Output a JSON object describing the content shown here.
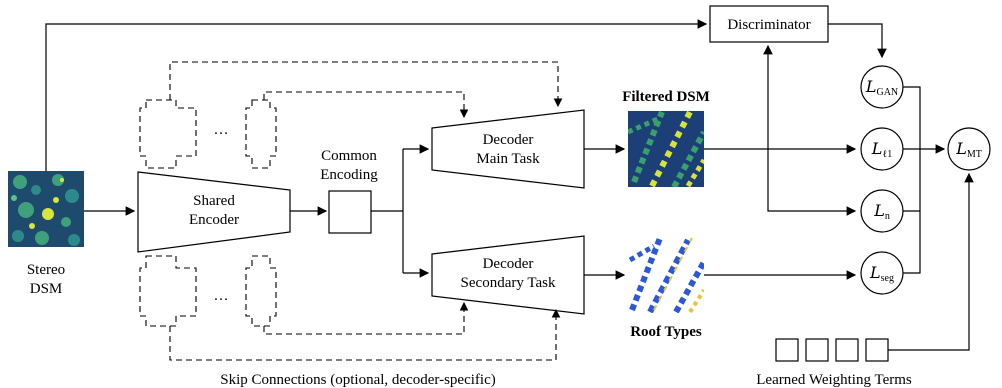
{
  "input": {
    "line1": "Stereo",
    "line2": "DSM"
  },
  "encoder": {
    "line1": "Shared",
    "line2": "Encoder"
  },
  "encoding": {
    "line1": "Common",
    "line2": "Encoding"
  },
  "decoder_main": {
    "line1": "Decoder",
    "line2": "Main Task"
  },
  "decoder_secondary": {
    "line1": "Decoder",
    "line2": "Secondary Task"
  },
  "outputs": {
    "filtered": "Filtered DSM",
    "roof": "Roof Types"
  },
  "discriminator": "Discriminator",
  "ellipsis": "…",
  "skip_label": "Skip Connections (optional, decoder-specific)",
  "weights_label": "Learned Weighting Terms",
  "losses": {
    "gan": {
      "symbol": "L",
      "sub": "GAN"
    },
    "l1": {
      "symbol": "L",
      "sub": "ℓ1"
    },
    "n": {
      "symbol": "L",
      "sub": "n"
    },
    "seg": {
      "symbol": "L",
      "sub": "seg"
    },
    "mt": {
      "symbol": "L",
      "sub": "MT"
    }
  },
  "colors": {
    "dsm_bg": "#1e4a6e",
    "dsm_light": "#3fa17c",
    "dsm_hi": "#d6e63c",
    "filtered_bg": "#1c3f77",
    "filtered_green": "#39a06b",
    "filtered_yellow": "#d8e33a",
    "roof_blue": "#2b57d8",
    "roof_yellow": "#e7c23a"
  }
}
